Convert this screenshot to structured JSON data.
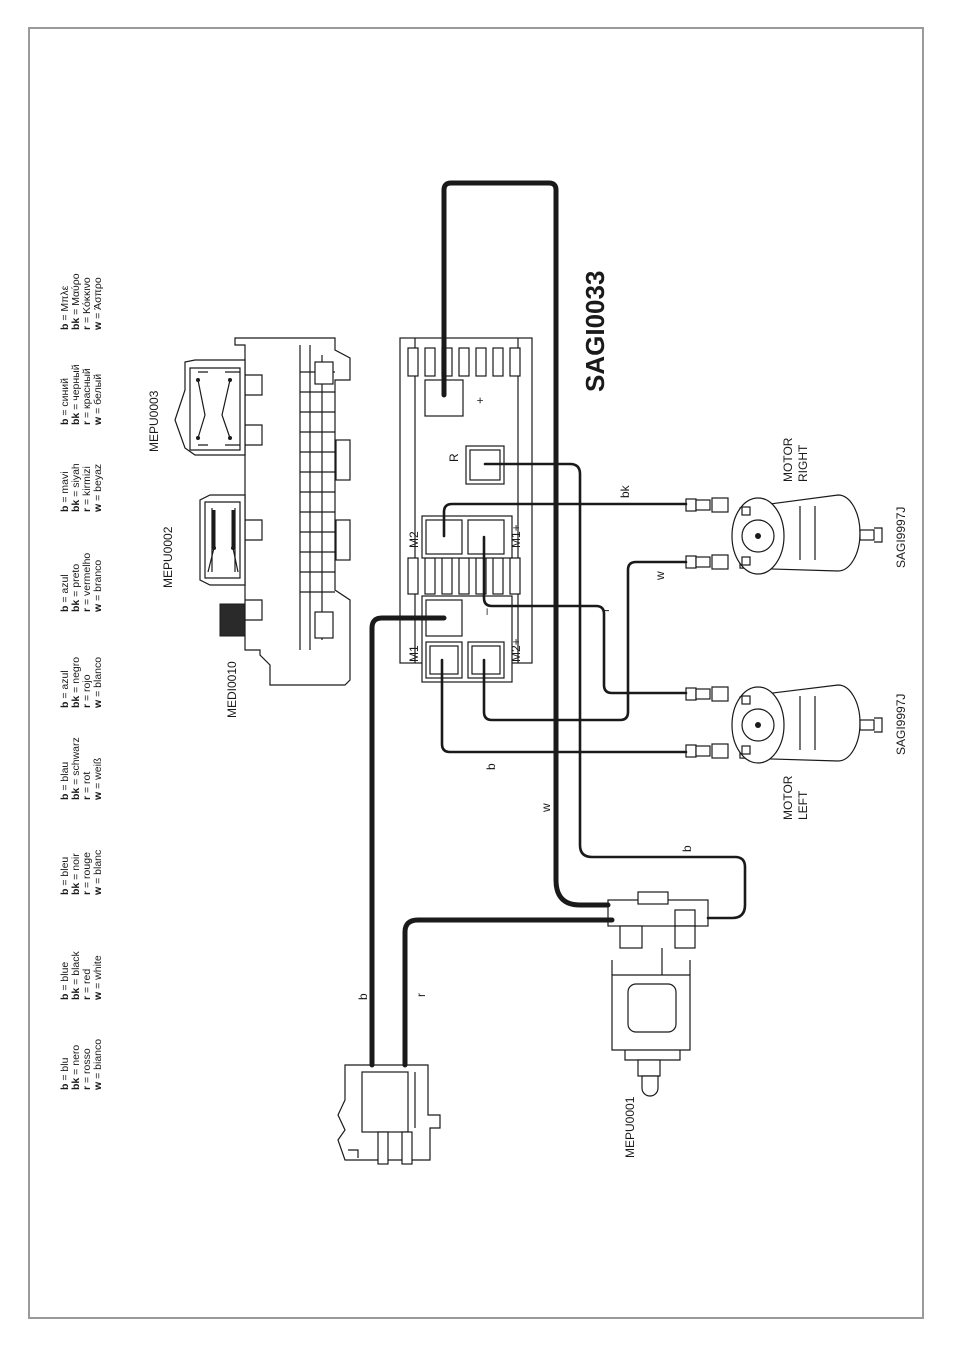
{
  "legend": [
    {
      "lang": "it",
      "b": "blu",
      "bk": "nero",
      "r": "rosso",
      "w": "bianco"
    },
    {
      "lang": "en",
      "b": "blue",
      "bk": "black",
      "r": "red",
      "w": "white"
    },
    {
      "lang": "fr",
      "b": "bleu",
      "bk": "noir",
      "r": "rouge",
      "w": "blanc"
    },
    {
      "lang": "de",
      "b": "blau",
      "bk": "schwarz",
      "r": "rot",
      "w": "weiß"
    },
    {
      "lang": "es",
      "b": "azul",
      "bk": "negro",
      "r": "rojo",
      "w": "blanco"
    },
    {
      "lang": "pt",
      "b": "azul",
      "bk": "preto",
      "r": "vermelho",
      "w": "branco"
    },
    {
      "lang": "tr",
      "b": "mavi",
      "bk": "siyah",
      "r": "kirmizi",
      "w": "beyaz"
    },
    {
      "lang": "ru",
      "b": "синий",
      "bk": "черный",
      "r": "красный",
      "w": "белый"
    },
    {
      "lang": "el",
      "b": "Μπλε",
      "bk": "Μαύρο",
      "r": "Κόκκινο",
      "w": "Άσπρο"
    }
  ],
  "legend_keys": {
    "b": "b",
    "bk": "bk",
    "r": "r",
    "w": "w",
    "eq": " = "
  },
  "title": "SAGI0033",
  "parts": {
    "switch_3": "MEPU0003",
    "switch_2": "MEPU0002",
    "medi": "MEDI0010",
    "pedal": "MEPU0001",
    "motor_right_code": "SAGI9997J",
    "motor_left_code": "SAGI9997J"
  },
  "motor_right": {
    "line1": "MOTOR",
    "line2": "RIGHT"
  },
  "motor_left": {
    "line1": "MOTOR",
    "line2": "LEFT"
  },
  "board_labels": {
    "plus": "+",
    "minus": "–",
    "r": "R",
    "m2_minus": "M2-",
    "m1_plus": "M1+",
    "m1_minus": "M1-",
    "m2_plus": "M2+"
  },
  "wire_labels": {
    "bk": "bk",
    "w_right": "w",
    "r_mid": "r",
    "b_left": "b",
    "w_long": "w",
    "b_right": "b",
    "b_conn": "b",
    "r_conn": "r"
  }
}
